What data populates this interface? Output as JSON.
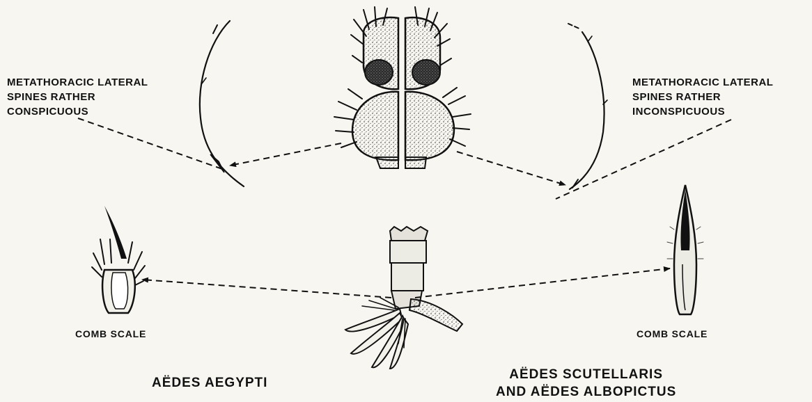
{
  "labels": {
    "left_spines": [
      "METATHORACIC LATERAL",
      "SPINES RATHER",
      "CONSPICUOUS"
    ],
    "right_spines": [
      "METATHORACIC LATERAL",
      "SPINES RATHER",
      "INCONSPICUOUS"
    ],
    "left_comb": "COMB SCALE",
    "right_comb": "COMB SCALE",
    "left_species": "AËDES AEGYPTI",
    "right_species": [
      "AËDES SCUTELLARIS",
      "AND AËDES ALBOPICTUS"
    ]
  },
  "colors": {
    "ink": "#111111",
    "paper": "#f7f6f1",
    "stipple": "#5a5a5a"
  }
}
